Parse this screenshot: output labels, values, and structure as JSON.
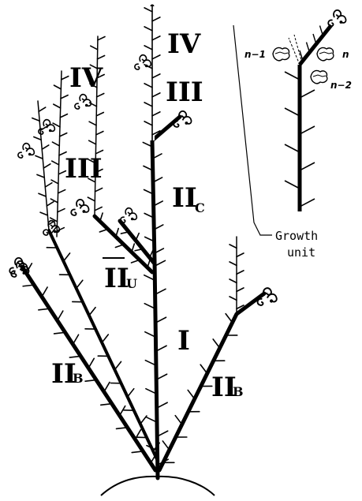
{
  "labels": {
    "axis_I": "I",
    "axis_IIc_main": "II",
    "axis_IIc_sub": "C",
    "axis_IIu_main": "II",
    "axis_IIu_sub": "U",
    "axis_IIb_left_main": "II",
    "axis_IIb_left_sub": "B",
    "axis_IIb_right_main": "II",
    "axis_IIb_right_sub": "B",
    "axis_III_center": "III",
    "axis_III_left": "III",
    "axis_IV_center": "IV",
    "axis_IV_left": "IV"
  },
  "inset": {
    "node_n": "n",
    "node_n_minus_1": "n−1",
    "node_n_minus_2": "n−2",
    "growth_unit_line1": "Growth",
    "growth_unit_line2": "unit"
  },
  "colors": {
    "ink": "#000000",
    "paper": "#ffffff"
  }
}
